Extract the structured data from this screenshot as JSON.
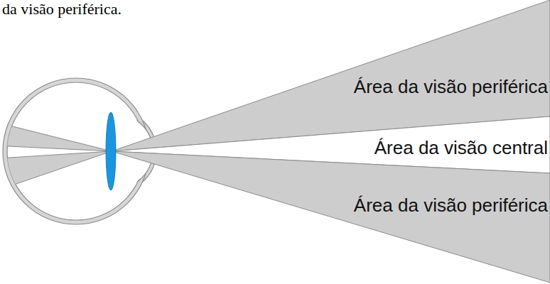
{
  "diagram": {
    "nodes": [
      {
        "text": [
          "Área da visão periférica"
        ]
      },
      {
        "text": [
          "Área da visão central"
        ]
      },
      {
        "text": [
          "Área da visão periférica"
        ]
      }
    ],
    "labels": [
      "da visão periférica."
    ]
  }
}
